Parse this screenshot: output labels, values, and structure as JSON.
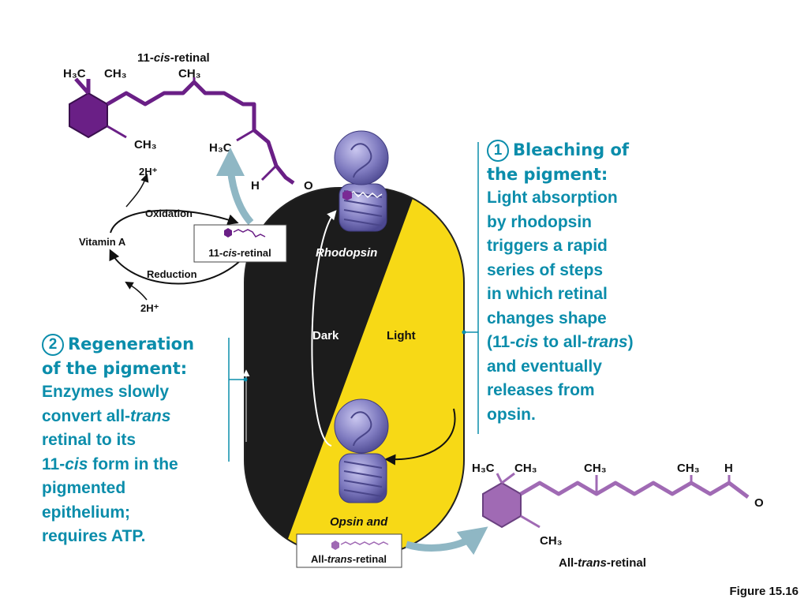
{
  "top_molecule": {
    "name_prefix": "11-",
    "name_italic": "cis",
    "name_suffix": "-retinal",
    "h3c": "H3C",
    "ch3_a": "CH3",
    "ch3_b": "CH3",
    "ch3_c": "CH3",
    "h3c_b": "H3C",
    "h": "H",
    "o": "O"
  },
  "cycle": {
    "vitamin_a": "Vitamin A",
    "oxidation": "Oxidation",
    "reduction": "Reduction",
    "hydrogen_top": "2H⁺",
    "hydrogen_bottom": "2H⁺",
    "box_prefix": "11-",
    "box_italic": "cis",
    "box_suffix": "-retinal"
  },
  "center": {
    "rhodopsin": "Rhodopsin",
    "dark": "Dark",
    "light": "Light",
    "opsin_and": "Opsin and",
    "box_prefix": "All-",
    "box_italic": "trans",
    "box_suffix": "-retinal"
  },
  "bottom_molecule": {
    "h3c": "H3C",
    "ch3_a": "CH3",
    "ch3_b": "CH3",
    "ch3_c": "CH3",
    "ch3_d": "CH3",
    "h": "H",
    "o": "O",
    "name_prefix": "All-",
    "name_italic": "trans",
    "name_suffix": "-retinal"
  },
  "bleaching": {
    "number": "1",
    "heading_line1": "Bleaching of",
    "heading_line2": "the pigment:",
    "l1": "Light absorption",
    "l2": "by rhodopsin",
    "l3": "triggers a rapid",
    "l4": "series of steps",
    "l5": "in which retinal",
    "l6": "changes shape",
    "l7_pre": "(11-",
    "l7_it1": "cis",
    "l7_mid": " to all-",
    "l7_it2": "trans",
    "l7_post": ")",
    "l8": "and eventually",
    "l9": "releases from",
    "l10": "opsin."
  },
  "regeneration": {
    "number": "2",
    "heading_line1": "Regeneration",
    "heading_line2": "of the pigment:",
    "l1": "Enzymes slowly",
    "l2_pre": "convert all-",
    "l2_it": "trans",
    "l3": "retinal to its",
    "l4_pre": "11-",
    "l4_it": "cis",
    "l4_post": " form in the",
    "l5": "pigmented",
    "l6": "epithelium;",
    "l7": "requires ATP."
  },
  "figure_label": "Figure 15.16",
  "colors": {
    "teal": "#0b8dab",
    "purple_dark": "#6a1f86",
    "purple_light": "#a06ab4",
    "dark_half": "#1c1c1c",
    "light_half": "#f7d916",
    "arrow_blue": "#8fb7c4",
    "protein": "#8884c4"
  }
}
